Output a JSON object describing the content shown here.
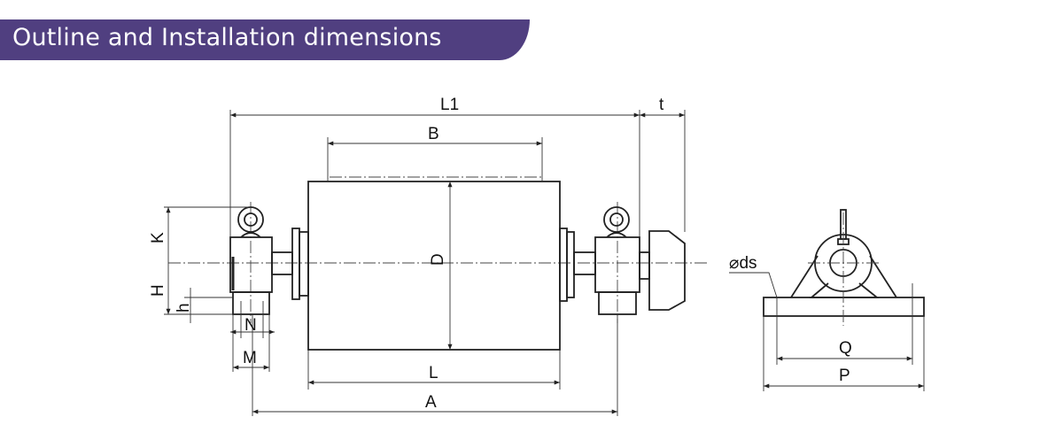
{
  "header": {
    "title": "Outline and Installation dimensions",
    "color": "#503f80"
  },
  "dimensions": {
    "L1": "L1",
    "t": "t",
    "B": "B",
    "D": "D",
    "K": "K",
    "H": "H",
    "h": "h",
    "N": "N",
    "M": "M",
    "L": "L",
    "A": "A",
    "ds": "⌀ds",
    "Q": "Q",
    "P": "P"
  }
}
